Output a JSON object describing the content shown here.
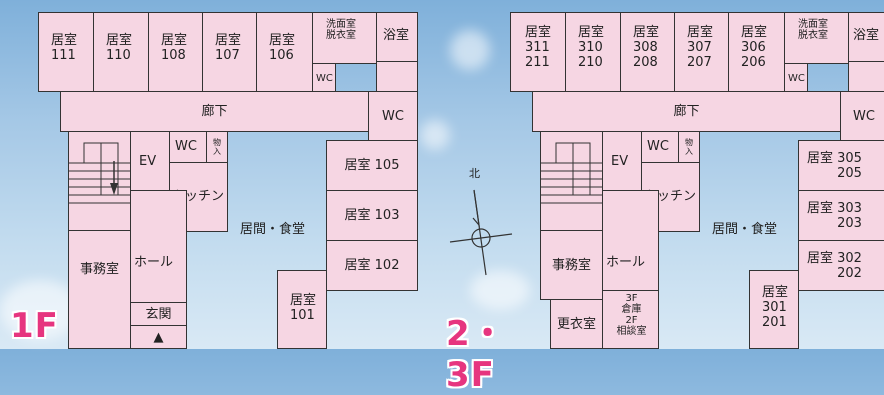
{
  "floor1": {
    "label": "1F",
    "rooms": [
      "居室\n111",
      "居室\n110",
      "居室\n108",
      "居室\n107",
      "居室\n106"
    ],
    "washroom": "洗面室\n脱衣室",
    "bath": "浴室",
    "wc_small": "WC",
    "corridor": "廊下",
    "wc_right": "WC",
    "wc_kitchen": "WC",
    "storage": "物\n入",
    "ev": "EV",
    "kitchen": "キッチン",
    "living": "居間・食堂",
    "office": "事務室",
    "hall": "ホール",
    "entrance": "玄関",
    "room105": "居室 105",
    "room103": "居室 103",
    "room102": "居室 102",
    "room101": "居室\n101",
    "entrance_arrow": "▲"
  },
  "floor23": {
    "label": "2・3F",
    "rooms": [
      "居室\n311\n211",
      "居室\n310\n210",
      "居室\n308\n208",
      "居室\n307\n207",
      "居室\n306\n206"
    ],
    "washroom": "洗面室\n脱衣室",
    "bath": "浴室",
    "wc_small": "WC",
    "corridor": "廊下",
    "wc_right": "WC",
    "wc_kitchen": "WC",
    "storage": "物\n入",
    "ev": "EV",
    "kitchen": "キッチン",
    "living": "居間・食堂",
    "office": "事務室",
    "hall": "ホール",
    "room305": "居室 305\n205",
    "room303": "居室 303\n203",
    "room302": "居室 302\n202",
    "room301": "居室\n301\n201",
    "changing": "更衣室",
    "storage_consult": "3F\n倉庫\n2F\n相談室"
  },
  "compass": {
    "north": "北"
  }
}
